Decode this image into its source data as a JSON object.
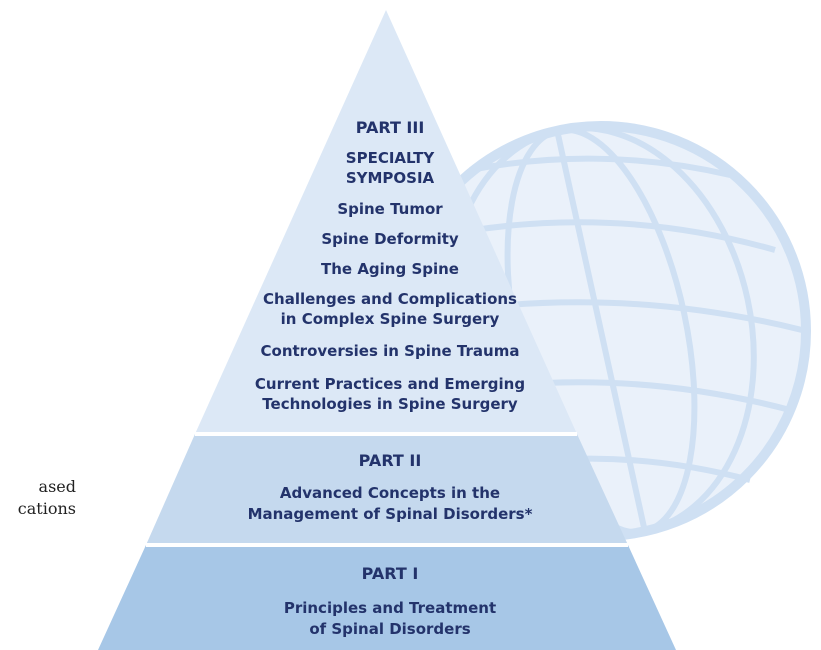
{
  "pyramid": {
    "part3": {
      "heading": "PART III",
      "subheading_line1": "SPECIALTY",
      "subheading_line2": "SYMPOSIA",
      "items": [
        "Spine Tumor",
        "Spine Deformity",
        "The Aging Spine",
        "Challenges and Complications",
        "in Complex Spine Surgery",
        "Controversies in Spine Trauma",
        "Current Practices and Emerging",
        "Technologies in Spine Surgery"
      ]
    },
    "part2": {
      "heading": "PART II",
      "line1": "Advanced Concepts in the",
      "line2": "Management of Spinal Disorders*"
    },
    "part1": {
      "heading": "PART I",
      "line1": "Principles and Treatment",
      "line2": "of Spinal Disorders"
    }
  },
  "side_note": {
    "line1": "ased",
    "line2": "cations"
  },
  "colors": {
    "tier3": "#dce8f6",
    "tier2": "#c5d9ee",
    "tier1": "#a7c7e7",
    "globe": "#cfe0f3",
    "text": "#23336b"
  }
}
